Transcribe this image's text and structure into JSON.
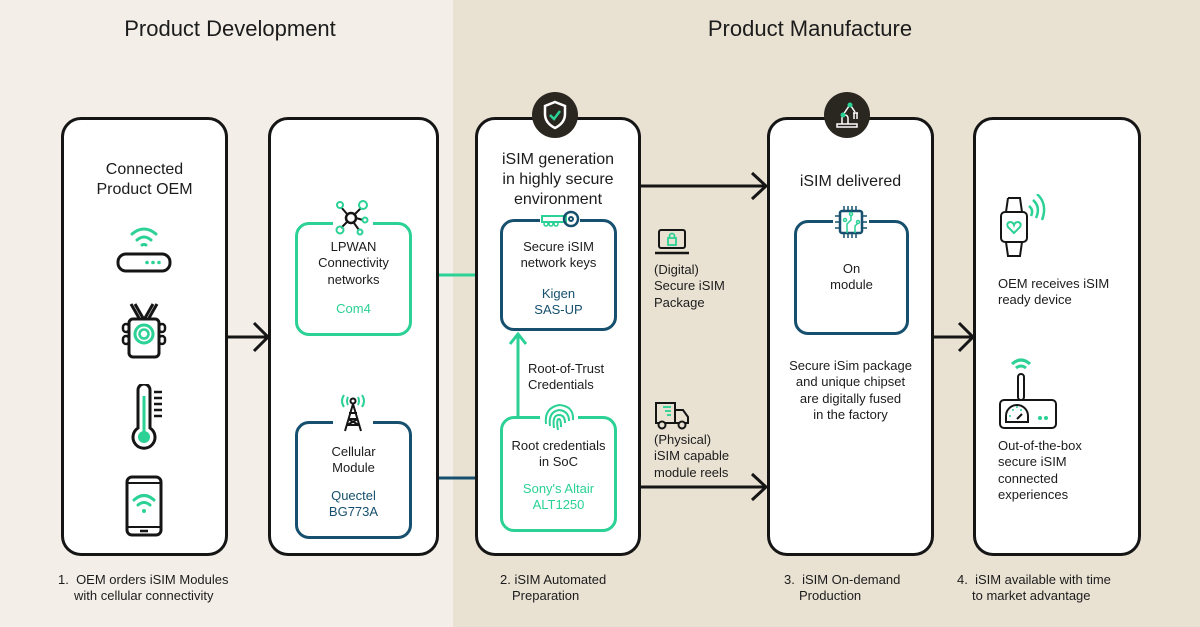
{
  "sections": {
    "development": "Product Development",
    "manufacture": "Product Manufacture"
  },
  "colors": {
    "green": "#2bd195",
    "blue": "#16506e",
    "dark": "#151515",
    "bg_left": "#f3efe8",
    "bg_right": "#e9e2d3"
  },
  "card1": {
    "title_line1": "Connected",
    "title_line2": "Product OEM",
    "icons": [
      "router-icon",
      "tracker-device-icon",
      "thermometer-icon",
      "smartphone-wifi-icon"
    ]
  },
  "card2": {
    "lpwan": {
      "icon": "network-hub-icon",
      "line1": "LPWAN",
      "line2": "Connectivity",
      "line3": "networks",
      "vendor": "Com4"
    },
    "cellular": {
      "icon": "cell-tower-icon",
      "line1": "Cellular",
      "line2": "Module",
      "vendor_line1": "Quectel",
      "vendor_line2": "BG773A"
    }
  },
  "card3": {
    "badge_icon": "shield-check-icon",
    "title_line1": "iSIM generation",
    "title_line2": "in highly secure",
    "title_line3": "environment",
    "keys": {
      "icon": "key-icon",
      "line1": "Secure iSIM",
      "line2": "network keys",
      "vendor_line1": "Kigen",
      "vendor_line2": "SAS-UP"
    },
    "rot_label_line1": "Root-of-Trust",
    "rot_label_line2": "Credentials",
    "soc": {
      "icon": "fingerprint-icon",
      "line1": "Root credentials",
      "line2": "in SoC",
      "vendor_line1": "Sony's Altair",
      "vendor_line2": "ALT1250"
    }
  },
  "transfer": {
    "digital": {
      "icon": "laptop-lock-icon",
      "line1": "(Digital)",
      "line2": "Secure iSIM",
      "line3": "Package"
    },
    "physical": {
      "icon": "delivery-truck-icon",
      "line1": "(Physical)",
      "line2": "iSIM capable",
      "line3": "module reels"
    }
  },
  "card4": {
    "badge_icon": "robot-arm-icon",
    "title": "iSIM delivered",
    "module": {
      "icon": "chip-icon",
      "line1": "On",
      "line2": "module"
    },
    "desc_line1": "Secure iSim package",
    "desc_line2": "and unique chipset",
    "desc_line3": "are digitally fused",
    "desc_line4": "in the factory"
  },
  "card5": {
    "item1": {
      "icon": "smartwatch-icon",
      "line1": "OEM receives iSIM",
      "line2": "ready device"
    },
    "item2": {
      "icon": "meter-device-icon",
      "line1": "Out-of-the-box",
      "line2": "secure iSIM",
      "line3": "connected",
      "line4": "experiences"
    }
  },
  "steps": {
    "s1_line1": "1.  OEM orders iSIM Modules",
    "s1_line2": "with cellular connectivity",
    "s2_line1": "2. iSIM Automated",
    "s2_line2": "Preparation",
    "s3_line1": "3.  iSIM On-demand",
    "s3_line2": "Production",
    "s4_line1": "4.  iSIM available with time",
    "s4_line2": "to market advantage"
  }
}
